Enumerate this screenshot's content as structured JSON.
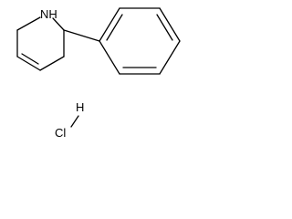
{
  "molecule": {
    "atoms": {
      "nh": "NH",
      "h": "H",
      "cl": "Cl"
    }
  },
  "colors": {
    "bond": "#000000",
    "text": "#000000",
    "background": "#ffffff"
  }
}
